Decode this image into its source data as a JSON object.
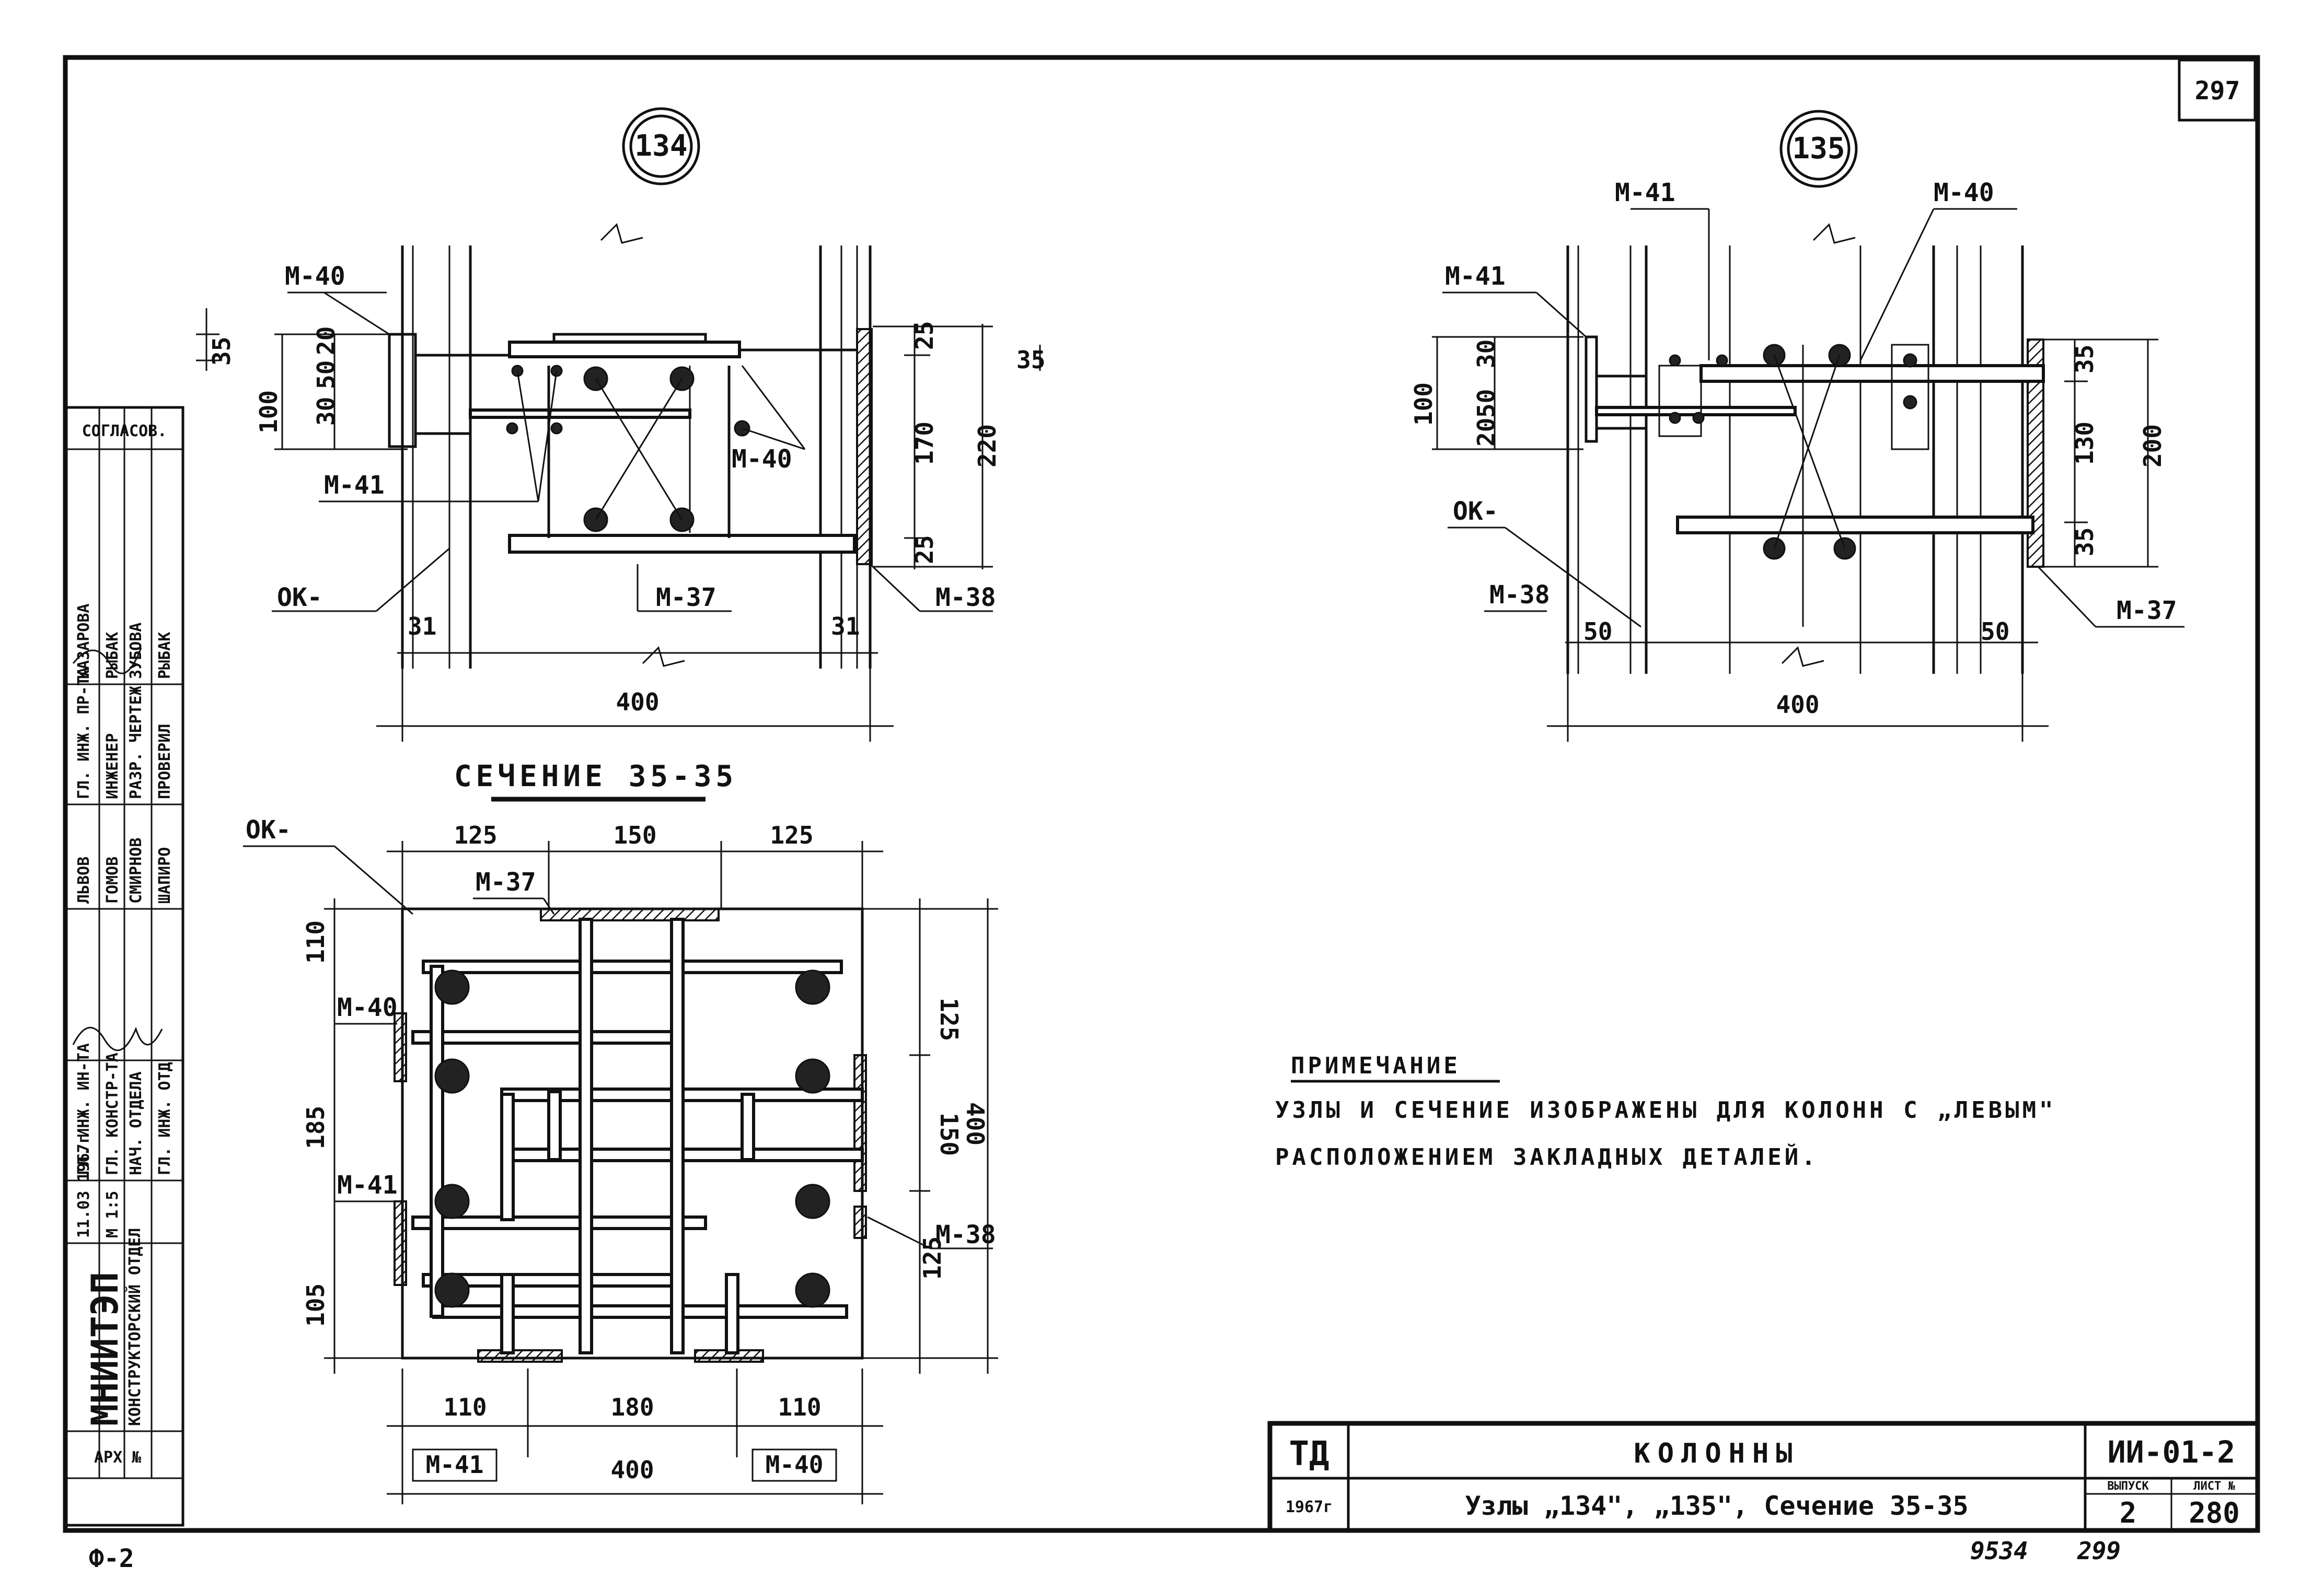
{
  "sheet": {
    "page_number": "297",
    "bottom_left_code": "Ф-2",
    "bottom_numbers": [
      "9534",
      "299"
    ]
  },
  "nodes": {
    "n134": {
      "bubble": "134",
      "labels": {
        "m40": "M-40",
        "m41": "M-41",
        "m40b": "M-40",
        "m37": "M-37",
        "m38": "M-38",
        "ok": "OK-"
      },
      "dims": {
        "d35a": "35",
        "d100": "100",
        "d30": "30",
        "d50": "50",
        "d20": "20",
        "d25a": "25",
        "d35b": "35",
        "d170": "170",
        "d220": "220",
        "d25b": "25",
        "d31a": "31",
        "d31b": "31",
        "d400": "400"
      }
    },
    "n135": {
      "bubble": "135",
      "labels": {
        "m41a": "M-41",
        "m40": "M-40",
        "m41b": "M-41",
        "ok": "OK-",
        "m38": "M-38",
        "m37": "M-37"
      },
      "dims": {
        "d100": "100",
        "d20": "20",
        "d50": "50",
        "d30": "30",
        "d35a": "35",
        "d130": "130",
        "d200": "200",
        "d35b": "35",
        "d50a": "50",
        "d50b": "50",
        "d400": "400"
      }
    },
    "section": {
      "title": "СЕЧЕНИЕ 35-35",
      "labels": {
        "ok": "OK-",
        "m37": "M-37",
        "m40": "M-40",
        "m41": "M-41",
        "m38": "M-38",
        "m41b": "M-41",
        "m40b": "M-40"
      },
      "dims": {
        "t125a": "125",
        "t150": "150",
        "t125b": "125",
        "l110": "110",
        "l185": "185",
        "l105": "105",
        "r125a": "125",
        "r150": "150",
        "r125b": "125",
        "r400": "400",
        "b110a": "110",
        "b180": "180",
        "b110b": "110",
        "b400": "400"
      }
    }
  },
  "note": {
    "title": "ПРИМЕЧАНИЕ",
    "line1": "УЗЛЫ И СЕЧЕНИЕ ИЗОБРАЖЕНЫ ДЛЯ КОЛОНН С „ЛЕВЫМ\"",
    "line2": "РАСПОЛОЖЕНИЕМ ЗАКЛАДНЫХ ДЕТАЛЕЙ."
  },
  "title_block": {
    "td": "ТД",
    "year": "1967г",
    "title": "КОЛОННЫ",
    "subtitle": "Узлы „134\", „135\", Сечение 35-35",
    "series": "ИИ-01-2",
    "issue_label": "ВЫПУСК",
    "sheet_label": "ЛИСТ №",
    "issue": "2",
    "sheet_no": "280"
  },
  "side_stamp": {
    "org": "МНИИТЭП",
    "dept": "КОНСТРУКТОРСКИЙ ОТДЕЛ",
    "date": "11.03 1967г",
    "scale": "М 1:5",
    "arch": "АРХ №",
    "agreed": "СОГЛАСОВ.",
    "roles": [
      "ГЛ. ИНЖ. ИН-ТА",
      "ГЛ. КОНСТР-ТА",
      "НАЧ. ОТДЕЛА",
      "ГЛ. ИНЖ. ОТД",
      "ГЛ. ИНЖ. ПР-ТА",
      "ИНЖЕНЕР",
      "РАЗР. ЧЕРТЕЖ",
      "ПРОВЕРИЛ"
    ],
    "names": [
      "ЛЬВОВ",
      "ГОМОВ",
      "СМИРНОВ",
      "ШАПИРО",
      "КАЗАРОВА",
      "РЫБАК",
      "ЗУБОВА",
      "РЫБАК"
    ]
  }
}
